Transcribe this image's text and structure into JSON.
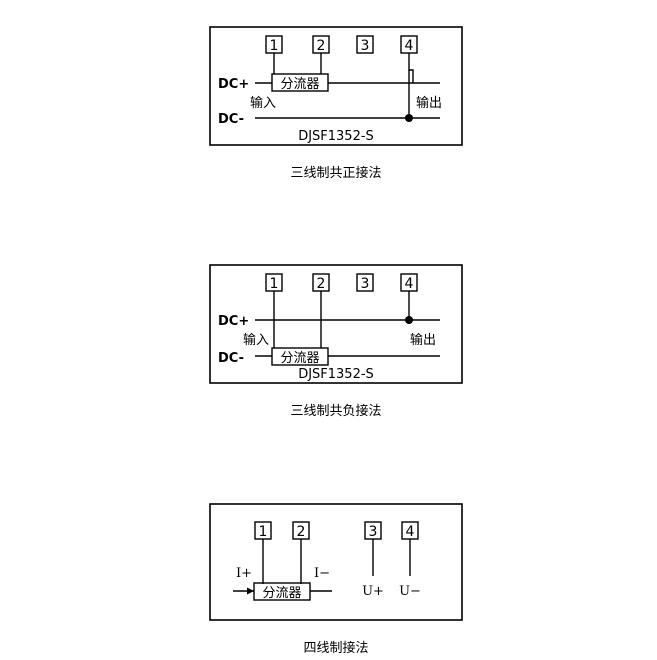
{
  "terminals": [
    "1",
    "2",
    "3",
    "4"
  ],
  "shunt_label": "分流器",
  "model": "DJSF1352-S",
  "diagram1": {
    "dc_plus": "DC+",
    "dc_minus": "DC-",
    "input": "输入",
    "output": "输出",
    "caption": "三线制共正接法"
  },
  "diagram2": {
    "dc_plus": "DC+",
    "dc_minus": "DC-",
    "input": "输入",
    "output": "输出",
    "caption": "三线制共负接法"
  },
  "diagram3": {
    "i_plus": "I+",
    "i_minus": "I−",
    "u_plus": "U+",
    "u_minus": "U−",
    "caption": "四线制接法"
  }
}
